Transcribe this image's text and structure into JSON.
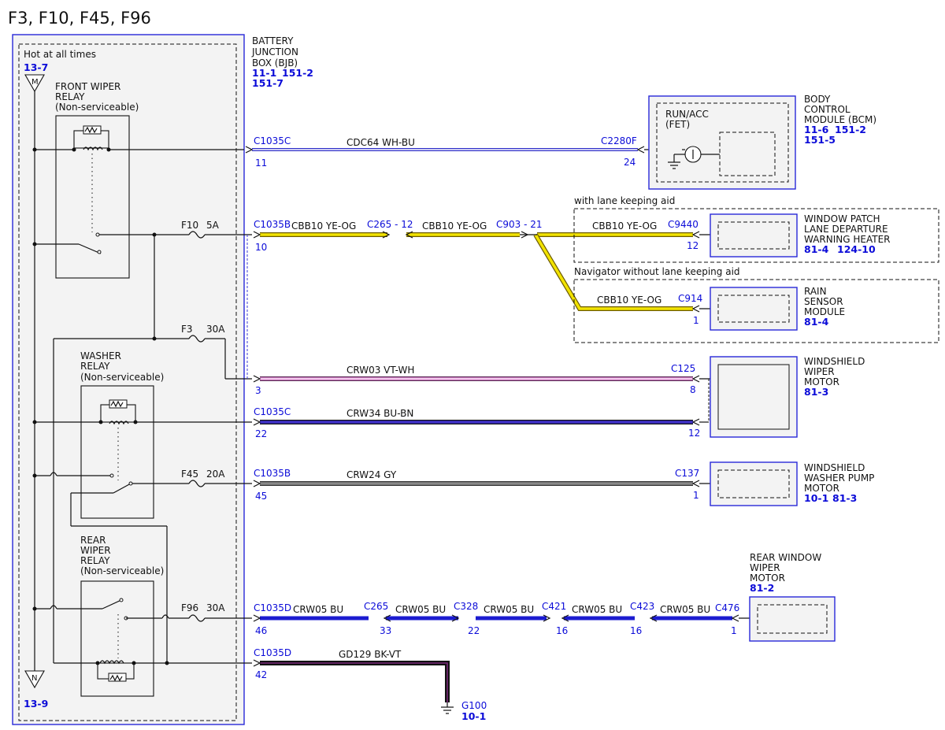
{
  "title": "F3, F10, F45, F96",
  "bjb": {
    "name_l1": "BATTERY",
    "name_l2": "JUNCTION",
    "name_l3": "BOX (BJB)",
    "ref1": "11-1",
    "ref2": "151-2",
    "ref3": "151-7",
    "hot_label": "Hot at all times",
    "top_ref": "13-7",
    "top_node": "M",
    "bottom_node": "N",
    "bottom_ref": "13-9"
  },
  "relays": {
    "front": {
      "l1": "FRONT WIPER",
      "l2": "RELAY",
      "l3": "(Non-serviceable)"
    },
    "washer": {
      "l1": "WASHER",
      "l2": "RELAY",
      "l3": "(Non-serviceable)"
    },
    "rear": {
      "l1": "REAR",
      "l2": "WIPER",
      "l3": "RELAY",
      "l4": "(Non-serviceable)"
    }
  },
  "fuses": [
    {
      "id": "F10",
      "rating": "5A"
    },
    {
      "id": "F3",
      "rating": "30A"
    },
    {
      "id": "F45",
      "rating": "20A"
    },
    {
      "id": "F96",
      "rating": "30A"
    }
  ],
  "circuits": {
    "cdc64": {
      "label": "CDC64  WH-BU",
      "from_conn": "C1035C",
      "from_pin": "11",
      "to_conn": "C2280F",
      "to_pin": "24",
      "color1": "#ffffff",
      "color2": "#3b3bd6"
    },
    "cbb10": {
      "from_conn": "C1035B",
      "from_pin": "10",
      "seg1_label": "CBB10   YE-OG",
      "c265_label": "C265 - 12",
      "seg2_label": "CBB10   YE-OG",
      "c903_label": "C903  - 21",
      "seg3_label": "CBB10   YE-OG",
      "c9440": "C9440",
      "c9440_pin": "12",
      "seg4_label": "CBB10   YE-OG",
      "c914": "C914",
      "c914_pin": "1",
      "color": "#f2e300"
    },
    "crw03": {
      "label": "CRW03  VT-WH",
      "from_pin": "3",
      "to_conn": "C125",
      "to_pin": "8",
      "color": "#e58fd8"
    },
    "crw34": {
      "label": "CRW34  BU-BN",
      "from_conn": "C1035C",
      "from_pin": "22",
      "to_pin": "12",
      "color": "#3f31c9"
    },
    "crw24": {
      "label": "CRW24  GY",
      "from_conn": "C1035B",
      "from_pin": "45",
      "to_conn": "C137",
      "to_pin": "1",
      "color": "#8a8a8a"
    },
    "crw05": {
      "from_conn": "C1035D",
      "from_pin": "46",
      "label": "CRW05  BU",
      "c265": "C265",
      "c265_pin": "33",
      "c328": "C328",
      "c328_pin": "22",
      "c421": "C421",
      "c421_pin": "16",
      "c423": "C423",
      "c423_pin": "16",
      "c476": "C476",
      "c476_pin": "1",
      "color": "#1c1cd0"
    },
    "gd129": {
      "label": "GD129  BK-VT",
      "from_conn": "C1035D",
      "from_pin": "42",
      "ground": "G100",
      "ground_ref": "10-1",
      "color": "#1a0a1a"
    }
  },
  "components": {
    "bcm": {
      "l1": "BODY",
      "l2": "CONTROL",
      "l3": "MODULE (BCM)",
      "ref1": "11-6",
      "ref2": "151-2",
      "ref3": "151-5",
      "inner_l1": "RUN/ACC",
      "inner_l2": "(FET)"
    },
    "lane_option": "with lane keeping aid",
    "window_patch": {
      "l1": "WINDOW PATCH",
      "l2": "LANE DEPARTURE",
      "l3": "WARNING HEATER",
      "ref1": "81-4",
      "ref2": "124-10"
    },
    "nav_option": "Navigator without lane keeping aid",
    "rain": {
      "l1": "RAIN",
      "l2": "SENSOR",
      "l3": "MODULE",
      "ref1": "81-4"
    },
    "ws_wiper": {
      "l1": "WINDSHIELD",
      "l2": "WIPER",
      "l3": "MOTOR",
      "ref1": "81-3"
    },
    "ws_pump": {
      "l1": "WINDSHIELD",
      "l2": "WASHER PUMP",
      "l3": "MOTOR",
      "ref1": "10-1",
      "ref2": "81-3"
    },
    "rear_wiper": {
      "l1": "REAR WINDOW",
      "l2": "WIPER",
      "l3": "MOTOR",
      "ref1": "81-2"
    }
  }
}
